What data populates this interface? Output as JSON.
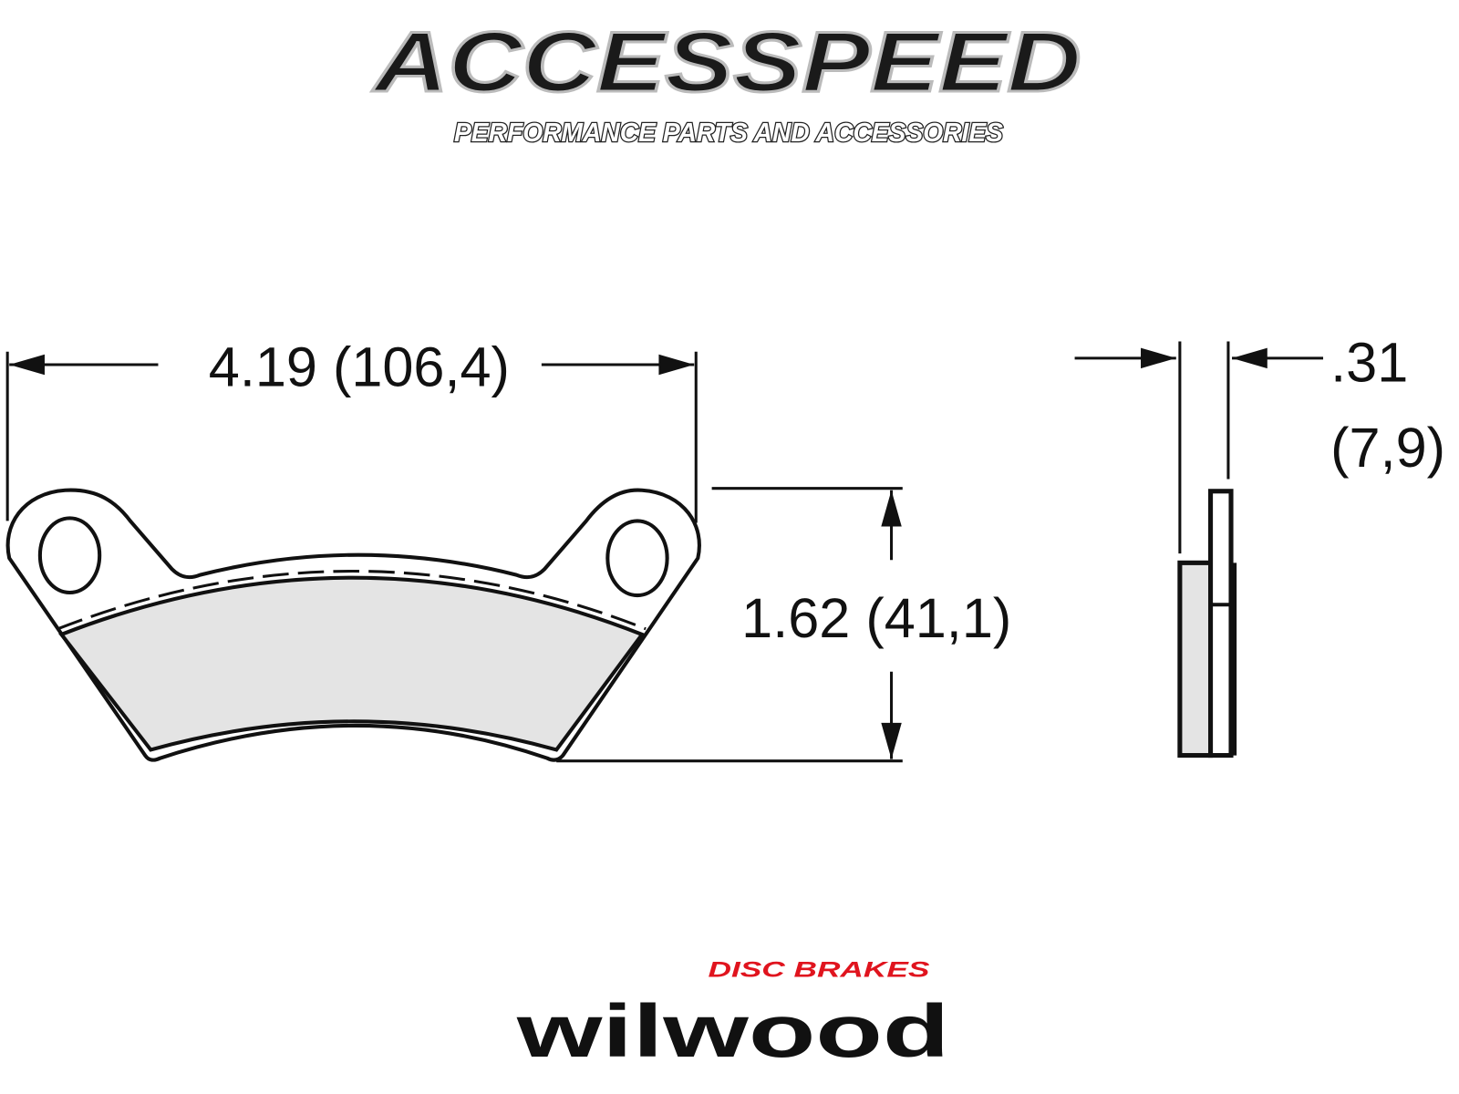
{
  "header_logo": {
    "brand": "ACCESSPEED",
    "tagline": "PERFORMANCE PARTS AND ACCESSORIES"
  },
  "front_view": {
    "width_label": "4.19 (106,4)",
    "height_label": "1.62 (41,1)"
  },
  "side_view": {
    "thickness_in": ".31",
    "thickness_mm": "(7,9)"
  },
  "footer_logo": {
    "tag": "DISC BRAKES",
    "brand": "wilwood",
    "tag_color": "#e0141e"
  },
  "colors": {
    "line": "#111111",
    "friction_fill": "#e4e4e4"
  }
}
